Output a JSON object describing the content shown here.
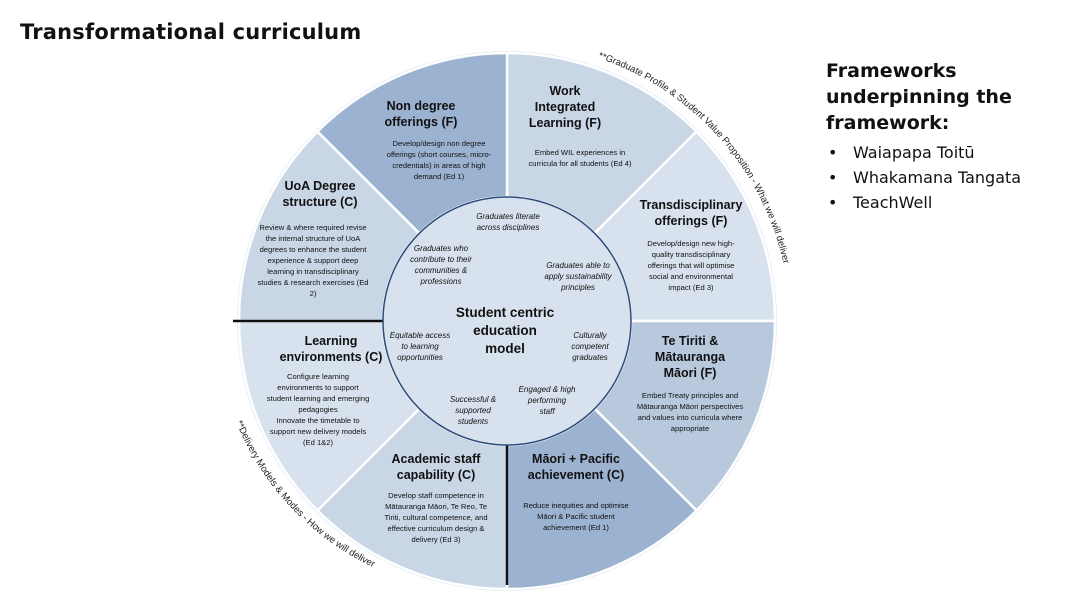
{
  "title": "Transformational curriculum",
  "frameworks": {
    "heading": [
      "Frameworks",
      "underpinning the",
      "framework:"
    ],
    "items": [
      "Waiapapa Toitū",
      "Whakamana Tangata",
      "TeachWell"
    ]
  },
  "center": {
    "title": [
      "Student centric",
      "education",
      "model"
    ],
    "attributes": [
      [
        "Graduates literate",
        "across disciplines"
      ],
      [
        "Graduates able to",
        "apply sustainability",
        "principles"
      ],
      [
        "Culturally",
        "competent",
        "graduates"
      ],
      [
        "Engaged & high",
        "performing",
        "staff"
      ],
      [
        "Successful &",
        "supported",
        "students"
      ],
      [
        "Equitable access",
        "to learning",
        "opportunities"
      ],
      [
        "Graduates who",
        "contribute to their",
        "communities &",
        "professions"
      ]
    ]
  },
  "segments": [
    {
      "title": [
        "Work",
        "Integrated",
        "Learning (F)"
      ],
      "body": [
        "Embed WIL experiences in",
        "curricula for all students (Ed 4)"
      ],
      "fill": "#c9d6e6"
    },
    {
      "title": [
        "Transdisciplinary",
        "offerings (F)"
      ],
      "body": [
        "Develop/design new high-",
        "quality transdisciplinary",
        "offerings that will optimise",
        "social and environmental",
        "impact (Ed 3)"
      ],
      "fill": "#d8e2ee"
    },
    {
      "title": [
        "Te Tiriti &",
        "Mātauranga",
        "Māori (F)"
      ],
      "body": [
        "Embed Treaty principles and",
        "Mātauranga Māori perspectives",
        "and values into curricula where",
        "appropriate"
      ],
      "fill": "#b8c9de"
    },
    {
      "title": [
        "Māori + Pacific",
        "achievement (C)"
      ],
      "body": [
        "Reduce inequities and optimise",
        "Māori & Pacific student",
        "achievement (Ed 1)"
      ],
      "fill": "#9bb2d0"
    },
    {
      "title": [
        "Academic staff",
        "capability (C)"
      ],
      "body": [
        "Develop staff competence in",
        "Mātauranga Māori, Te Reo, Te",
        "Tiriti, cultural competence, and",
        "effective curriculum design &",
        "delivery (Ed 3)"
      ],
      "fill": "#c9d6e6"
    },
    {
      "title": [
        "Learning",
        "environments (C)"
      ],
      "body": [
        "Configure learning",
        "environments to support",
        "student learning and emerging",
        "pedagogies",
        "",
        "Innovate the timetable to",
        "support new delivery models",
        "(Ed 1&2)"
      ],
      "fill": "#d8e2ee"
    },
    {
      "title": [
        "UoA Degree",
        "structure (C)"
      ],
      "body": [
        "Review & where required revise",
        "the internal structure of UoA",
        "degrees to enhance the student",
        "experience & support deep",
        "learning in transdisciplinary",
        "studies & research exercises (Ed",
        "2)"
      ],
      "fill": "#c9d6e6"
    },
    {
      "title": [
        "Non degree",
        "offerings (F)"
      ],
      "body": [
        "Develop/design non degree",
        "offerings (short courses, micro-",
        "credentials) in areas of high",
        "demand (Ed 1)"
      ],
      "fill": "#9bb2d0"
    }
  ],
  "arc_labels": {
    "top_right": "**Graduate Profile & Student Value Proposition - What we will deliver",
    "bottom_left": "**Delivery Models & Modes - How we will deliver"
  },
  "colors": {
    "center_fill": "#d8e2ee",
    "outer_ring": "#e4ebf3",
    "divider": "#ffffff",
    "text": "#111111"
  }
}
